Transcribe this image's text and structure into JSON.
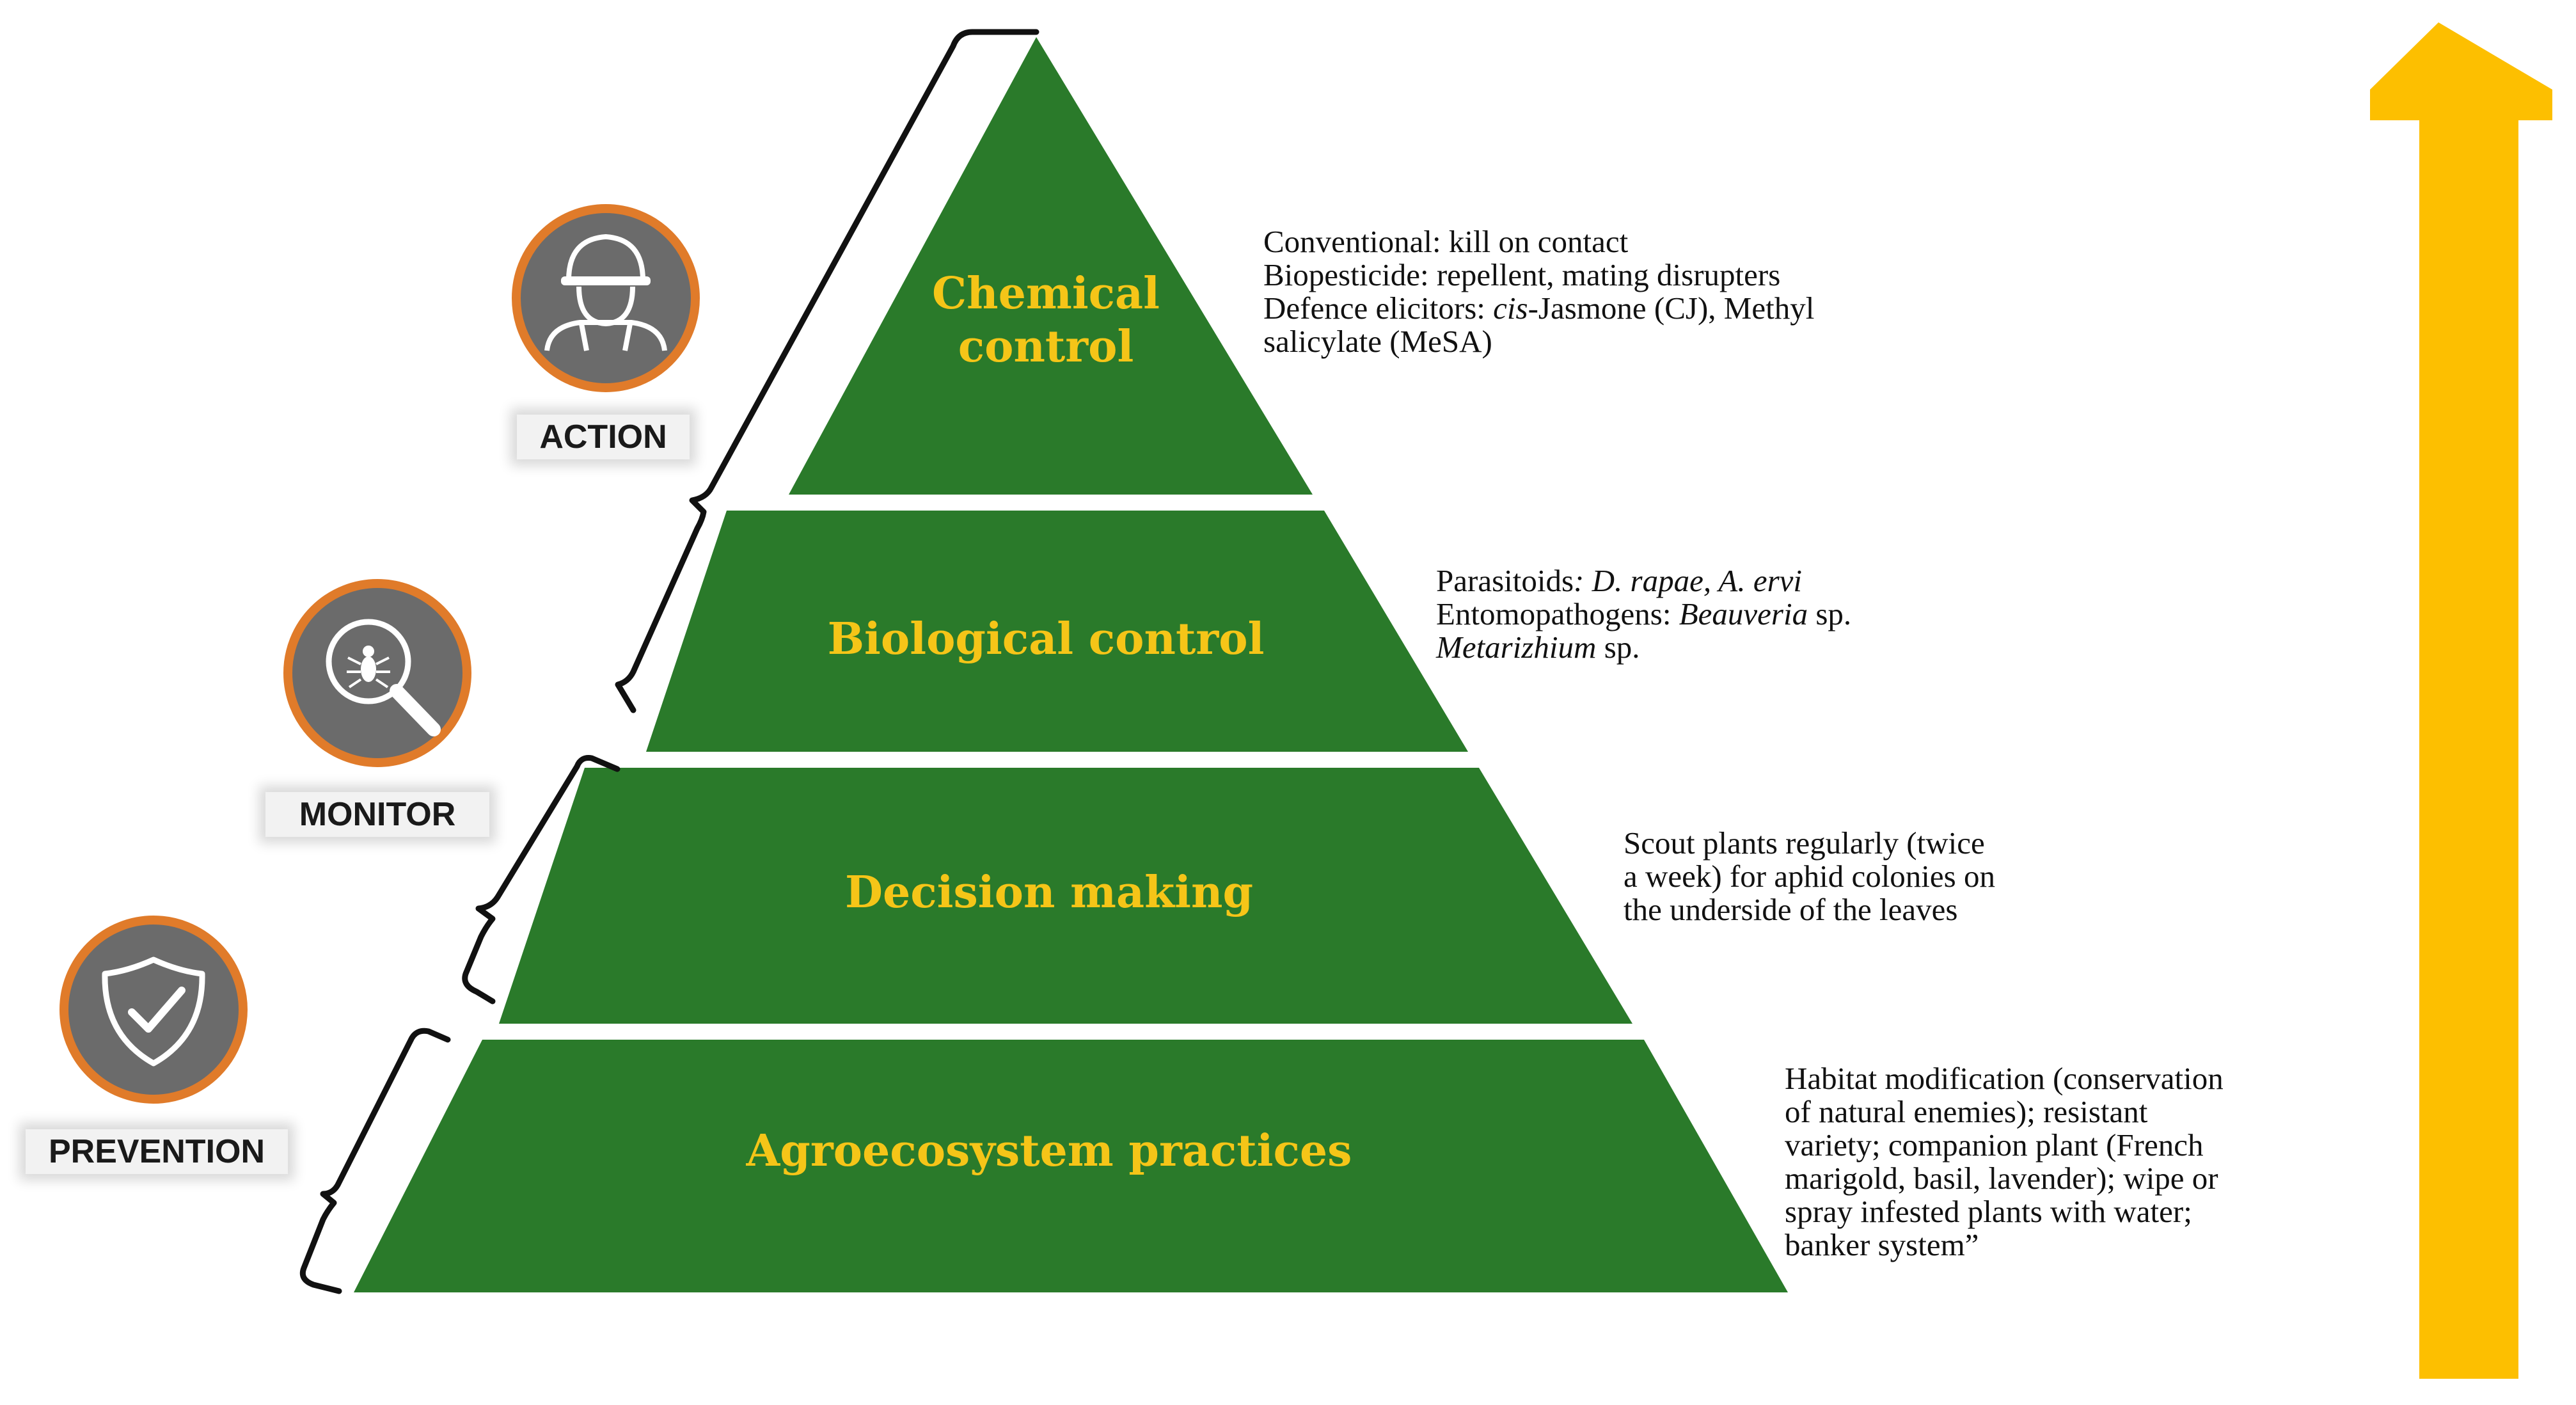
{
  "pyramid": {
    "fill_color": "#2a7a2a",
    "tiers": [
      {
        "label": "Chemical control"
      },
      {
        "label": "Biological control"
      },
      {
        "label": "Decision making"
      },
      {
        "label": "Agroecosystem practices"
      }
    ]
  },
  "descriptions": {
    "chemical": {
      "line1": "Conventional: kill on contact",
      "line2": "Biopesticide: repellent, mating disrupters",
      "line3_plain": "Defence elicitors: ",
      "line3_italic": "cis",
      "line3_rest": "-Jasmone (CJ), Methyl",
      "line4": "salicylate (MeSA)"
    },
    "biological": {
      "l1_plain": "Parasitoids",
      "l1_italic": ": D. rapae, A. ervi",
      "l2_plain": "Entomopathogens: ",
      "l2_italic": "Beauveria",
      "l2_rest": " sp.",
      "l3_italic": "Metarizhium",
      "l3_rest": " sp."
    },
    "decision": {
      "line1": "Scout plants regularly (twice",
      "line2": "a week) for aphid colonies on",
      "line3": "the underside of the leaves"
    },
    "agro": {
      "line1": "Habitat modification (conservation",
      "line2": "of natural enemies); resistant",
      "line3": "variety; companion plant (French",
      "line4": "marigold, basil, lavender); wipe or",
      "line5": "spray infested plants with water;",
      "line6": "banker system”"
    }
  },
  "stages": [
    {
      "label": "ACTION",
      "icon": "farmer-icon"
    },
    {
      "label": "MONITOR",
      "icon": "magnifier-insect-icon"
    },
    {
      "label": "PREVENTION",
      "icon": "shield-check-icon"
    }
  ],
  "colors": {
    "tier_text": "#f5c518",
    "arrow": "#fdbf00",
    "badge_fill": "#6b6b6b",
    "badge_ring": "#e07b2a"
  }
}
